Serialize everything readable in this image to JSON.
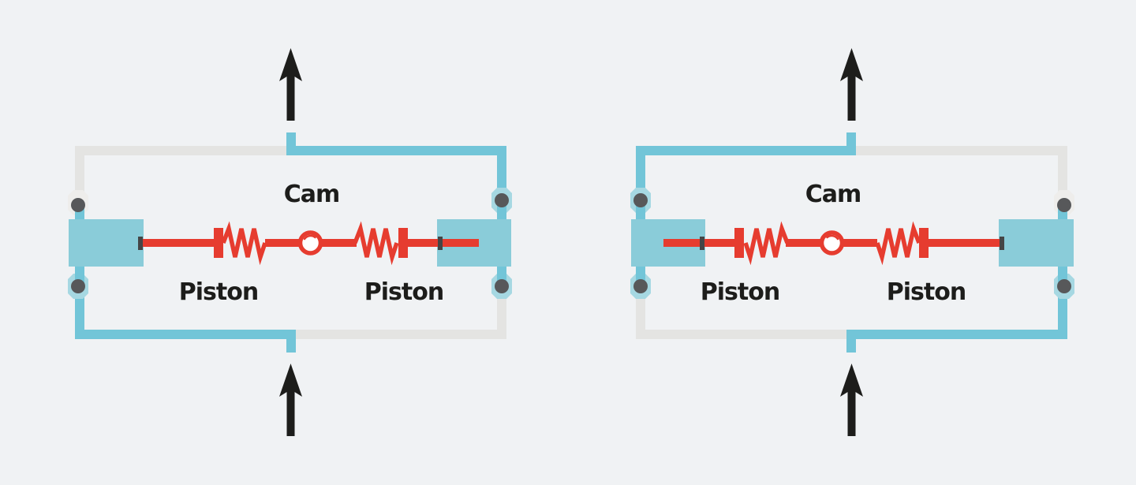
{
  "colors": {
    "background": "#f0f2f4",
    "pipe_blue": "#72c5d8",
    "pipe_gray": "#e4e4e2",
    "lug_blue": "#a6d8e2",
    "lug_gray": "#eeedeb",
    "piston_blue": "#8accd9",
    "red": "#e63c2f",
    "dark_dot": "#57585a",
    "tick": "#454546",
    "ink": "#1d1d1b",
    "cam_fill": "#ffffff"
  },
  "icons": {
    "top_arrow": "arrow-up",
    "bottom_arrow": "arrow-up"
  },
  "diagrams": [
    {
      "cam_label": "Cam",
      "piston_left_label": "Piston",
      "piston_right_label": "Piston"
    },
    {
      "cam_label": "Cam",
      "piston_left_label": "Piston",
      "piston_right_label": "Piston"
    }
  ]
}
